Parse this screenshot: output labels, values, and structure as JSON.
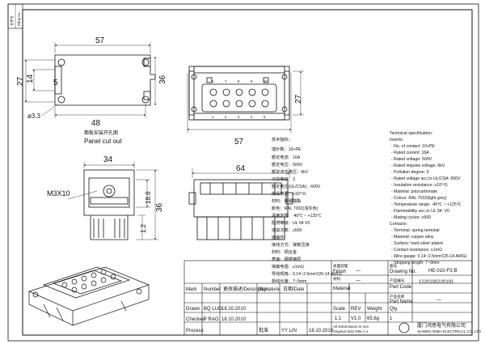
{
  "sheet": {
    "file_ref_label": "文件号",
    "file_ref_label_en": "Filing No."
  },
  "panel_cut_out": {
    "width": "57",
    "hole_spacing": "48",
    "height": "36",
    "outer_height": "27",
    "inner_height": "14",
    "offset": "5",
    "hole_diameter": "ø3.3",
    "caption_cn": "面板安装开孔图",
    "caption": "Panel cut out"
  },
  "front_view": {
    "pins_top": [
      "6",
      "7",
      "8",
      "9",
      "10"
    ],
    "pins_bottom": [
      "1",
      "2",
      "3",
      "4",
      "5"
    ],
    "width": "57",
    "height": "27"
  },
  "side_view": {
    "width": "34",
    "thread": "M3X10",
    "inner_height": "18.6",
    "height": "36",
    "flange": "1.2"
  },
  "bottom_view": {
    "width": "64"
  },
  "spec_cn": [
    "技术指标：",
    "插针数：10+PE",
    "额定电流：16A",
    "额定电压：500V",
    "额定冲击电压：6kV",
    "污染等级：3",
    "额定电压(UL/CSA)：600V",
    "绝缘电阻：≥10¹⁰Ω",
    "材料：聚碳酸酯",
    "颜色：RAL 7032(浅灰色)",
    "温度范围：-40℃ ~ +125℃",
    "阻燃等级：UL 94 V0",
    "插拔次数：≥500",
    "接触件：",
    "接线方式：弹簧压接",
    "材料：铜合金",
    "表面：硬银镀层",
    "接触电阻：≤1mΩ",
    "导线规格：0.14~2.5mm²(26-14 AWG)",
    "剥线长度：7~9mm"
  ],
  "spec_en": {
    "title": "Technical specification:",
    "inserts": "Inserts:",
    "lines": [
      "- No. of contact: 10+PE",
      "- Rated current: 16A",
      "- Rated voltage: 500V",
      "- Rated impulse voltage: 6kV",
      "- Pollution degree: 3",
      "- Rated voltage acc.to UL/CSA: 600V",
      "- Insulation resistance: ≥10¹⁰Ω",
      "- Material: polycarbonate",
      "- Colour: RAL 7032(light grey)",
      "- Temperature range: -40℃ ~ +125℃",
      "- Flammability acc.to UL 94: V0",
      "- Mating cycles: ≥500"
    ],
    "contacts": "Contacts:",
    "contact_lines": [
      "- Terminal: spring terminal",
      "- Material: copper alloy",
      "- Surface: hard-silver plated",
      "- Contact resistance: ≤1mΩ",
      "- Wire gauge: 0.14~2.5mm²(26-14 AWG)",
      "- Stripping length: 7~9mm"
    ]
  },
  "title_block": {
    "finish_cn": "表面处理",
    "finish_label": "Finish",
    "finish_value": "—",
    "material_cn": "材料",
    "material_label": "Material",
    "material_value": "—",
    "drawing_no_cn": "图号",
    "drawing_no_label": "Drawing No.",
    "drawing_no_value": "HE-010-FS B",
    "part_code_cn": "产品编号",
    "part_code_label": "Part Code",
    "part_code_value": "1220100220101",
    "part_name_cn": "产品名称",
    "part_name_label": "Part Name",
    "part_name_value": "—",
    "mark_label": "Mark",
    "number_label": "Number",
    "description_label": "更改描述/Description",
    "signature_label": "Signature",
    "date_label": "日期/Date",
    "drawn_label": "Drawn",
    "drawn_name": "BQ LUO",
    "drawn_date": "18.10.2010",
    "checked_label": "Checked",
    "checked_name": "P RAO",
    "checked_date": "18.10.2010",
    "process_label": "Process",
    "approved_label": "批准",
    "approved_name": "YY LIN",
    "approved_date": "18.10.2010",
    "scale_label": "Scale",
    "rev_label": "REV.",
    "weight_label": "Weight",
    "qty_label": "Qty.",
    "scale_value": "1:1",
    "rev_value": "V1.0",
    "weight_value": "65.6g",
    "qty_value": "1",
    "dimensions_note": "All Dimensions in mm",
    "original_size_note": "Original Size DIN A 4",
    "company_cn": "厦门鸿思电气有限公司",
    "company_en": "XIAMEN NIMH ELECTRICAL CO.,LTD"
  }
}
